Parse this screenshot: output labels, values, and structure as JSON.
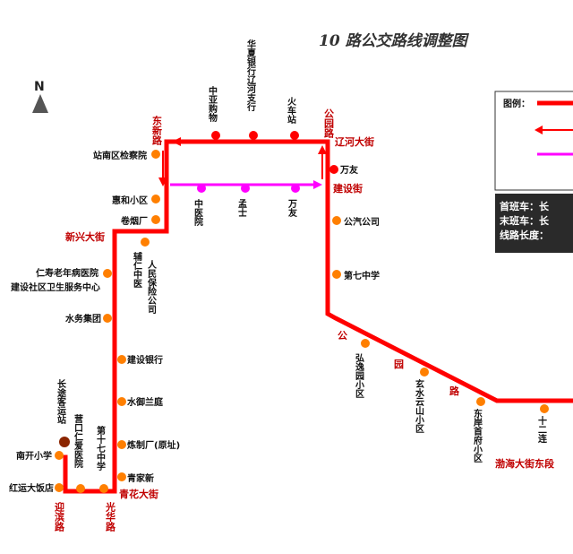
{
  "title": "10 路公交路线调整图",
  "north_label": "N",
  "legend": {
    "title": "图例："
  },
  "info": {
    "first_bus": "首班车：长",
    "last_bus": "末班车：长",
    "route_length": "线路长度："
  },
  "colors": {
    "route": "#ff0000",
    "detour": "#ff00ff",
    "stop": "#ff7f00",
    "stop_terminal": "#8b2500",
    "road_text": "#c00000"
  },
  "roads": [
    {
      "id": "road-dongxin",
      "text": "东新路"
    },
    {
      "id": "road-gongyuan-top",
      "text": "公园路"
    },
    {
      "id": "road-liaohe",
      "text": "辽河大街"
    },
    {
      "id": "road-jianshe",
      "text": "建设街"
    },
    {
      "id": "road-xinxing",
      "text": "新兴大街"
    },
    {
      "id": "road-gongyuan-diag",
      "text": "公园路"
    },
    {
      "id": "road-gongyuan-diag2",
      "text": "园"
    },
    {
      "id": "road-gongyuan-diag3",
      "text": "路"
    },
    {
      "id": "road-bohai",
      "text": "渤海大街东段"
    },
    {
      "id": "road-qinghua",
      "text": "青花大街"
    },
    {
      "id": "road-yinglian",
      "text": "迎滨路"
    },
    {
      "id": "road-guanghua",
      "text": "光华路"
    }
  ],
  "stops": [
    {
      "id": "stop-zhongya",
      "text": "中亚购物"
    },
    {
      "id": "stop-huaxia",
      "text": "华夏银行辽河支行"
    },
    {
      "id": "stop-huochezhan",
      "text": "火车站"
    },
    {
      "id": "stop-zhannan",
      "text": "站南区检察院"
    },
    {
      "id": "stop-huihe",
      "text": "惠和小区"
    },
    {
      "id": "stop-juanyan",
      "text": "卷烟厂"
    },
    {
      "id": "stop-zhongyiyuan",
      "text": "中医院"
    },
    {
      "id": "stop-zhongshi",
      "text": "孟士"
    },
    {
      "id": "stop-wanyou-mid",
      "text": "万友"
    },
    {
      "id": "stop-wanyou-top",
      "text": "万友"
    },
    {
      "id": "stop-gongqi",
      "text": "公汽公司"
    },
    {
      "id": "stop-diqi",
      "text": "第七中学"
    },
    {
      "id": "stop-fuyi",
      "text": "辅仁中医"
    },
    {
      "id": "stop-renmin",
      "text": "人民保险公司"
    },
    {
      "id": "stop-renshou",
      "text": "仁寿老年病医院"
    },
    {
      "id": "stop-jianshe-center",
      "text": "建设社区卫生服务中心"
    },
    {
      "id": "stop-shuiwu",
      "text": "水务集团"
    },
    {
      "id": "stop-jianshe-bank",
      "text": "建设银行"
    },
    {
      "id": "stop-shuiyu",
      "text": "水御兰庭"
    },
    {
      "id": "stop-lianzhi",
      "text": "炼制厂(原址)"
    },
    {
      "id": "stop-qingjia",
      "text": "青家新"
    },
    {
      "id": "stop-diqi2",
      "text": "第十七中学"
    },
    {
      "id": "stop-yingkou",
      "text": "营口仁爱医院"
    },
    {
      "id": "stop-changtu",
      "text": "长途客运站"
    },
    {
      "id": "stop-nankai",
      "text": "南开小学"
    },
    {
      "id": "stop-hongyun",
      "text": "红运大饭店"
    },
    {
      "id": "stop-hongyi",
      "text": "弘逸园小区"
    },
    {
      "id": "stop-xuanyong",
      "text": "玄水云山小区"
    },
    {
      "id": "stop-dongan",
      "text": "东岸首府小区"
    },
    {
      "id": "stop-shier",
      "text": "十二连"
    }
  ]
}
